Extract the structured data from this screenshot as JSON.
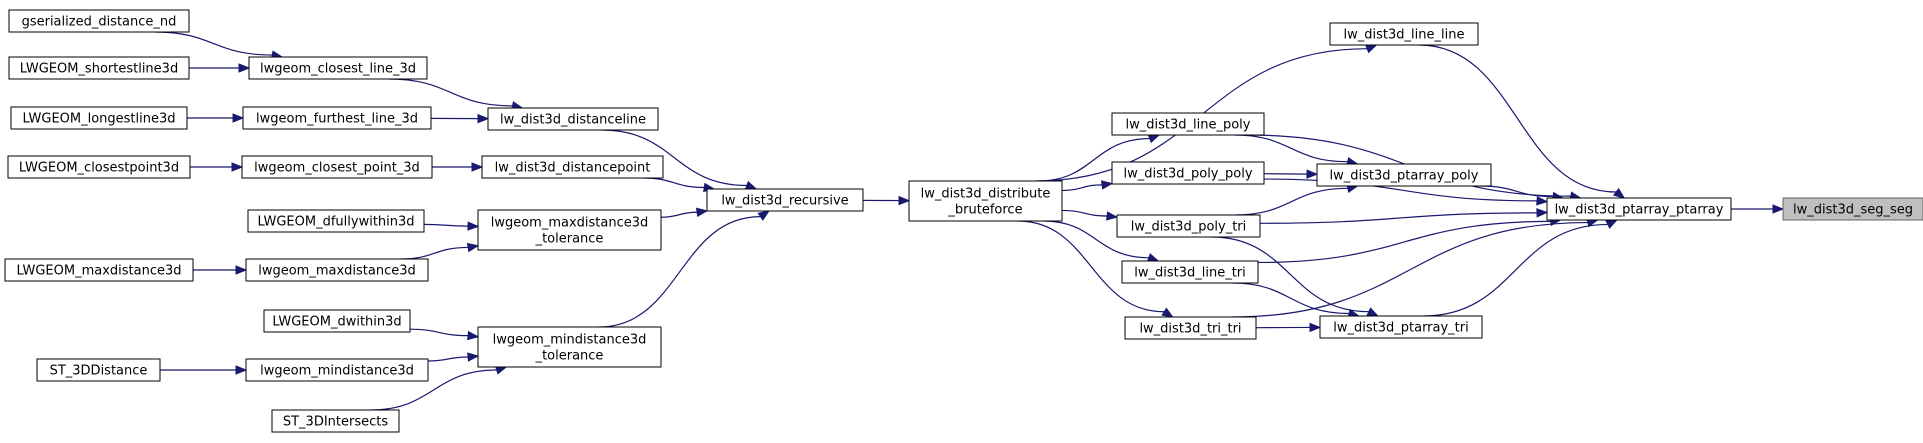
{
  "graph": {
    "colors": {
      "edge": "#191970",
      "node_border": "#000000",
      "node_fill": "#ffffff",
      "highlight_fill": "#bfbfbf"
    },
    "nodes": [
      {
        "id": "seg_seg",
        "lines": [
          "lw_dist3d_seg_seg"
        ],
        "highlight": true
      },
      {
        "id": "ptarray_ptarray",
        "lines": [
          "lw_dist3d_ptarray_ptarray"
        ]
      },
      {
        "id": "line_line",
        "lines": [
          "lw_dist3d_line_line"
        ]
      },
      {
        "id": "line_poly",
        "lines": [
          "lw_dist3d_line_poly"
        ]
      },
      {
        "id": "ptarray_poly",
        "lines": [
          "lw_dist3d_ptarray_poly"
        ]
      },
      {
        "id": "poly_poly",
        "lines": [
          "lw_dist3d_poly_poly"
        ]
      },
      {
        "id": "poly_tri",
        "lines": [
          "lw_dist3d_poly_tri"
        ]
      },
      {
        "id": "line_tri",
        "lines": [
          "lw_dist3d_line_tri"
        ]
      },
      {
        "id": "ptarray_tri",
        "lines": [
          "lw_dist3d_ptarray_tri"
        ]
      },
      {
        "id": "tri_tri",
        "lines": [
          "lw_dist3d_tri_tri"
        ]
      },
      {
        "id": "distribute_bruteforce",
        "lines": [
          "lw_dist3d_distribute",
          "_bruteforce"
        ]
      },
      {
        "id": "recursive",
        "lines": [
          "lw_dist3d_recursive"
        ]
      },
      {
        "id": "distanceline",
        "lines": [
          "lw_dist3d_distanceline"
        ]
      },
      {
        "id": "distancepoint",
        "lines": [
          "lw_dist3d_distancepoint"
        ]
      },
      {
        "id": "maxdistance3d_tolerance",
        "lines": [
          "lwgeom_maxdistance3d",
          "_tolerance"
        ]
      },
      {
        "id": "mindistance3d_tolerance",
        "lines": [
          "lwgeom_mindistance3d",
          "_tolerance"
        ]
      },
      {
        "id": "closest_line_3d",
        "lines": [
          "lwgeom_closest_line_3d"
        ]
      },
      {
        "id": "furthest_line_3d",
        "lines": [
          "lwgeom_furthest_line_3d"
        ]
      },
      {
        "id": "closest_point_3d",
        "lines": [
          "lwgeom_closest_point_3d"
        ]
      },
      {
        "id": "lwgeom_maxdistance3d",
        "lines": [
          "lwgeom_maxdistance3d"
        ]
      },
      {
        "id": "lwgeom_mindistance3d",
        "lines": [
          "lwgeom_mindistance3d"
        ]
      },
      {
        "id": "gserialized_distance_nd",
        "lines": [
          "gserialized_distance_nd"
        ]
      },
      {
        "id": "LWGEOM_shortestline3d",
        "lines": [
          "LWGEOM_shortestline3d"
        ]
      },
      {
        "id": "LWGEOM_longestline3d",
        "lines": [
          "LWGEOM_longestline3d"
        ]
      },
      {
        "id": "LWGEOM_closestpoint3d",
        "lines": [
          "LWGEOM_closestpoint3d"
        ]
      },
      {
        "id": "LWGEOM_dfullywithin3d",
        "lines": [
          "LWGEOM_dfullywithin3d"
        ]
      },
      {
        "id": "LWGEOM_maxdistance3d",
        "lines": [
          "LWGEOM_maxdistance3d"
        ]
      },
      {
        "id": "LWGEOM_dwithin3d",
        "lines": [
          "LWGEOM_dwithin3d"
        ]
      },
      {
        "id": "ST_3DDistance",
        "lines": [
          "ST_3DDistance"
        ]
      },
      {
        "id": "ST_3DIntersects",
        "lines": [
          "ST_3DIntersects"
        ]
      }
    ],
    "edges": [
      {
        "from": "ptarray_ptarray",
        "to": "seg_seg"
      },
      {
        "from": "line_line",
        "to": "ptarray_ptarray"
      },
      {
        "from": "line_poly",
        "to": "ptarray_ptarray"
      },
      {
        "from": "line_poly",
        "to": "ptarray_poly"
      },
      {
        "from": "ptarray_poly",
        "to": "ptarray_ptarray"
      },
      {
        "from": "poly_poly",
        "to": "ptarray_ptarray"
      },
      {
        "from": "poly_poly",
        "to": "ptarray_poly"
      },
      {
        "from": "poly_tri",
        "to": "ptarray_ptarray"
      },
      {
        "from": "poly_tri",
        "to": "ptarray_poly"
      },
      {
        "from": "poly_tri",
        "to": "ptarray_tri"
      },
      {
        "from": "line_tri",
        "to": "ptarray_ptarray"
      },
      {
        "from": "line_tri",
        "to": "ptarray_tri"
      },
      {
        "from": "ptarray_tri",
        "to": "ptarray_ptarray"
      },
      {
        "from": "tri_tri",
        "to": "ptarray_ptarray"
      },
      {
        "from": "tri_tri",
        "to": "ptarray_tri"
      },
      {
        "from": "distribute_bruteforce",
        "to": "line_line"
      },
      {
        "from": "distribute_bruteforce",
        "to": "line_poly"
      },
      {
        "from": "distribute_bruteforce",
        "to": "poly_poly"
      },
      {
        "from": "distribute_bruteforce",
        "to": "poly_tri"
      },
      {
        "from": "distribute_bruteforce",
        "to": "line_tri"
      },
      {
        "from": "distribute_bruteforce",
        "to": "tri_tri"
      },
      {
        "from": "recursive",
        "to": "distribute_bruteforce"
      },
      {
        "from": "distanceline",
        "to": "recursive"
      },
      {
        "from": "distancepoint",
        "to": "recursive"
      },
      {
        "from": "maxdistance3d_tolerance",
        "to": "recursive"
      },
      {
        "from": "mindistance3d_tolerance",
        "to": "recursive"
      },
      {
        "from": "closest_line_3d",
        "to": "distanceline"
      },
      {
        "from": "furthest_line_3d",
        "to": "distanceline"
      },
      {
        "from": "closest_point_3d",
        "to": "distancepoint"
      },
      {
        "from": "lwgeom_maxdistance3d",
        "to": "maxdistance3d_tolerance"
      },
      {
        "from": "lwgeom_mindistance3d",
        "to": "mindistance3d_tolerance"
      },
      {
        "from": "gserialized_distance_nd",
        "to": "closest_line_3d"
      },
      {
        "from": "LWGEOM_shortestline3d",
        "to": "closest_line_3d"
      },
      {
        "from": "LWGEOM_longestline3d",
        "to": "furthest_line_3d"
      },
      {
        "from": "LWGEOM_closestpoint3d",
        "to": "closest_point_3d"
      },
      {
        "from": "LWGEOM_dfullywithin3d",
        "to": "maxdistance3d_tolerance"
      },
      {
        "from": "LWGEOM_maxdistance3d",
        "to": "lwgeom_maxdistance3d"
      },
      {
        "from": "LWGEOM_dwithin3d",
        "to": "mindistance3d_tolerance"
      },
      {
        "from": "ST_3DDistance",
        "to": "lwgeom_mindistance3d"
      },
      {
        "from": "ST_3DIntersects",
        "to": "mindistance3d_tolerance"
      }
    ]
  }
}
